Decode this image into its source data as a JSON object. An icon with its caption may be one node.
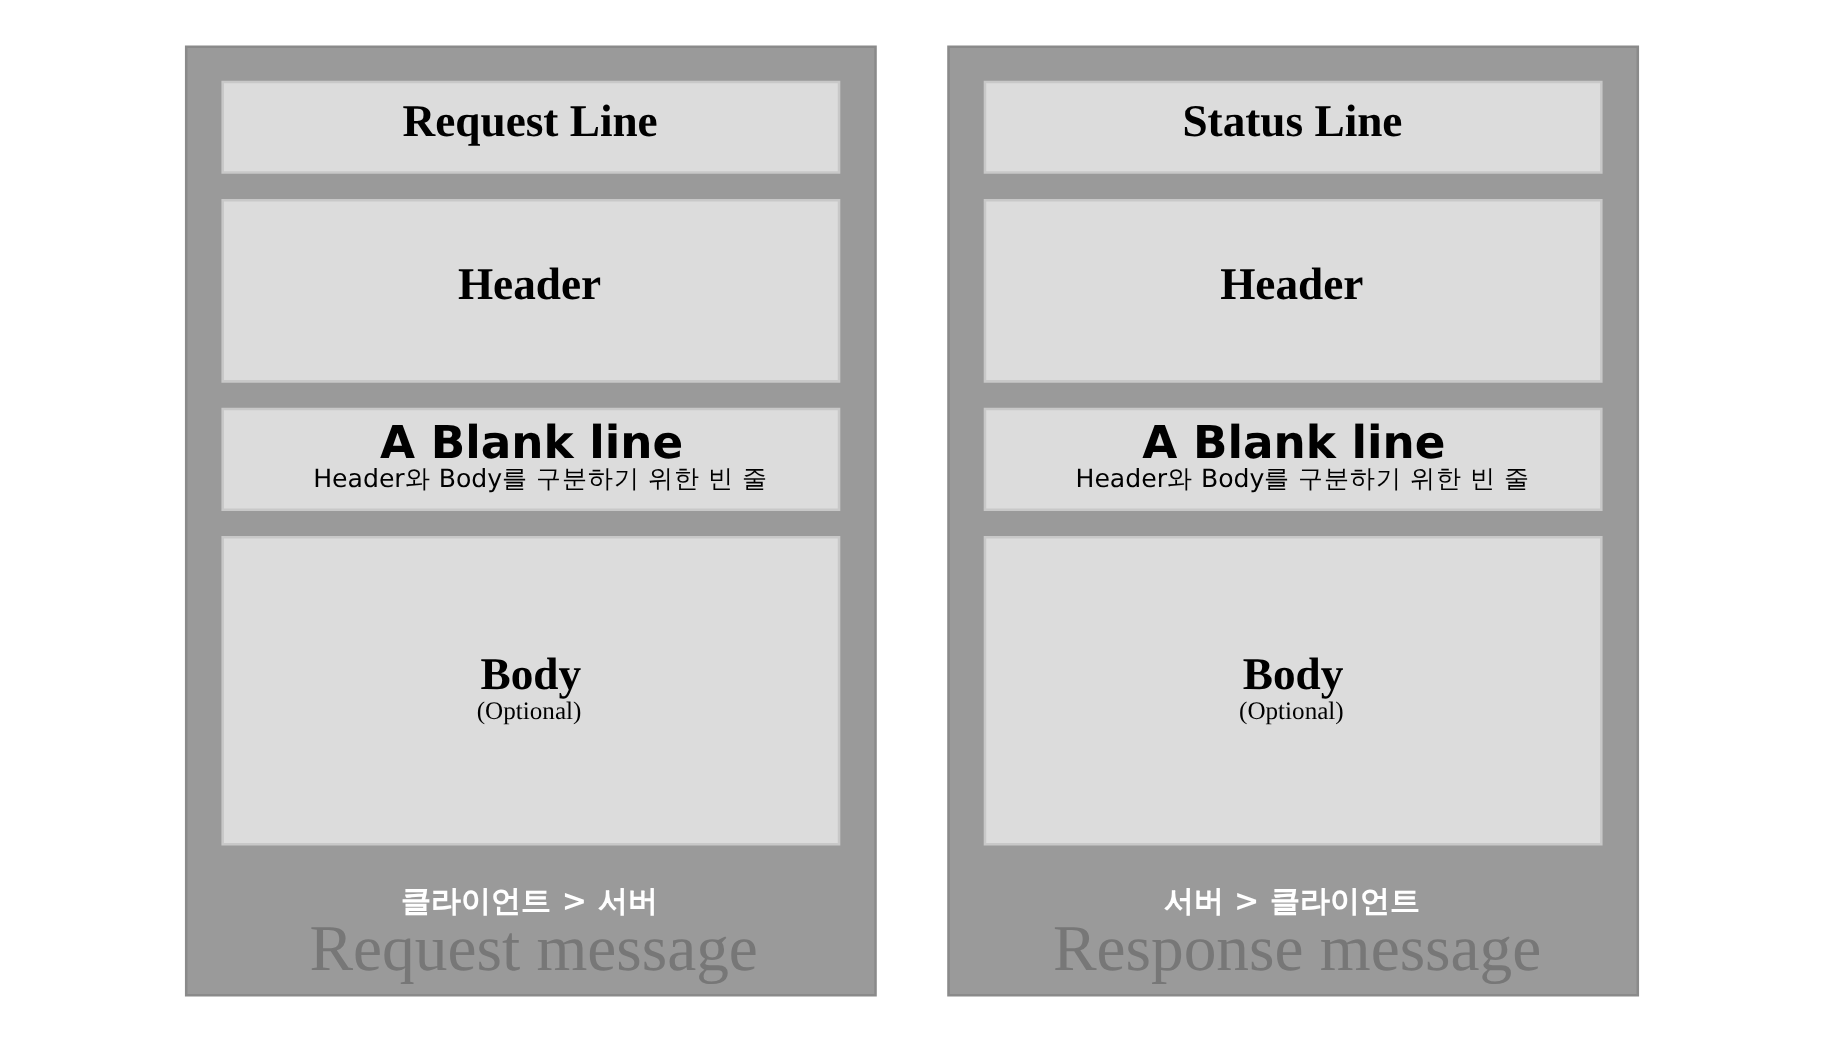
{
  "diagram": {
    "nodes": [
      {
        "text": [
          "클라이언트 > 서버",
          "Request message"
        ]
      },
      {
        "text": [
          "Request Line"
        ],
        "in": 0
      },
      {
        "text": [
          "Header"
        ],
        "in": 0
      },
      {
        "text": [
          "A Blank line",
          "Header와 Body를 구분하기 위한 빈 줄"
        ],
        "in": 0
      },
      {
        "text": [
          "Body",
          "(Optional)"
        ],
        "in": 0
      },
      {
        "text": [
          "서버 > 클라이언트",
          "Response message"
        ]
      },
      {
        "text": [
          "Status Line"
        ],
        "in": 5
      },
      {
        "text": [
          "Header"
        ],
        "in": 5
      },
      {
        "text": [
          "A Blank line",
          "Header와 Body를 구분하기 위한 빈 줄"
        ],
        "in": 5
      },
      {
        "text": [
          "Body",
          "(Optional)"
        ],
        "in": 5
      }
    ],
    "edges": []
  }
}
